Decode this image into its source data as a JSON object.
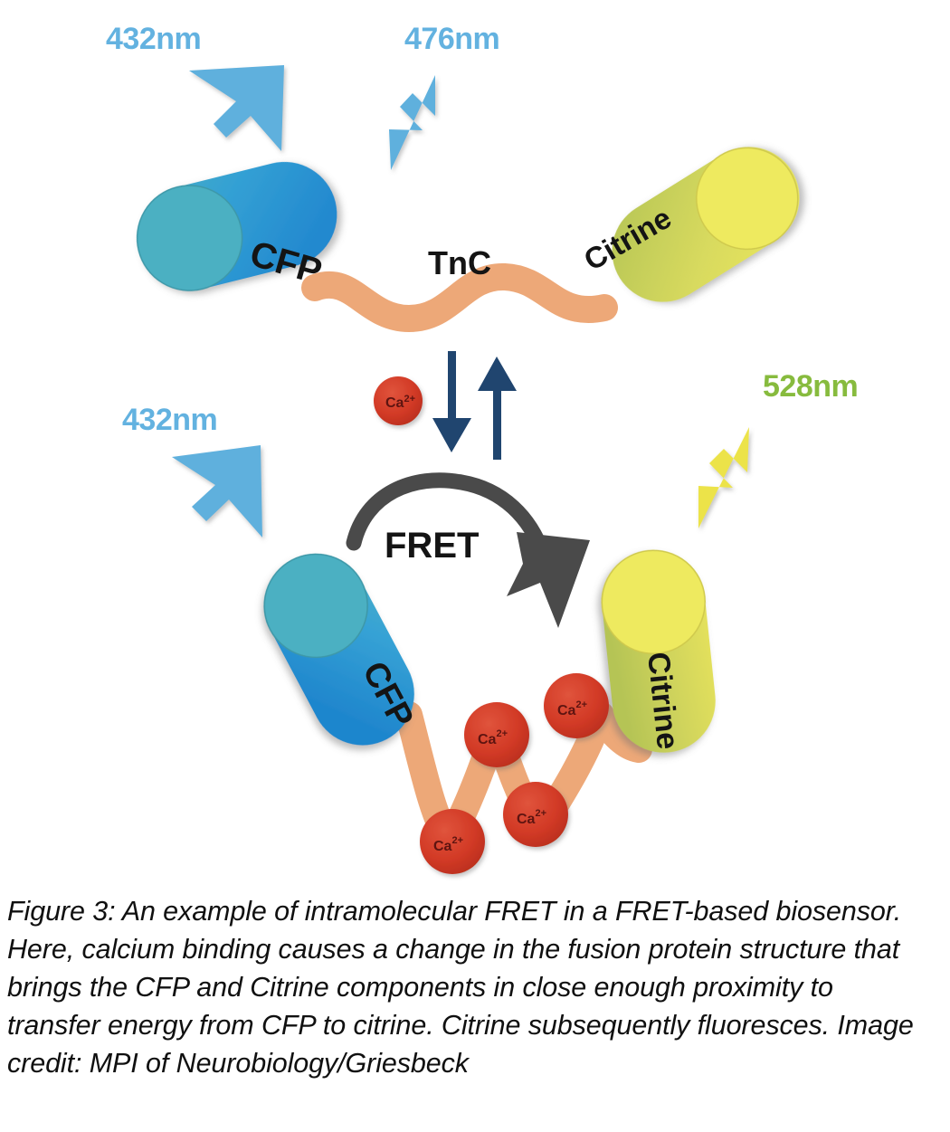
{
  "figure": {
    "alt_title": "Intramolecular FRET biosensor diagram",
    "caption": "Figure 3: An example of intramolecular FRET in a FRET-based biosensor. Here, calcium binding causes a change in the fusion protein structure that brings the CFP and Citrine components in close enough proximity to transfer energy from CFP to citrine. Citrine subsequently fluoresces. Image credit: MPI of Neurobiology/Griesbeck"
  },
  "labels": {
    "excitation_top": "432nm",
    "emission_cfp": "476nm",
    "linker": "TnC",
    "cfp_top": "CFP",
    "citrine_top": "Citrine",
    "excitation_bottom": "432nm",
    "emission_citrine": "528nm",
    "fret": "FRET",
    "cfp_bottom": "CFP",
    "citrine_bottom": "Citrine",
    "calcium": "Ca",
    "calcium_charge": "2+"
  },
  "colors": {
    "arrow_blue": "#5fb0dd",
    "wavelength_blue": "#63b2e0",
    "wavelength_green": "#87bb3e",
    "arrow_yellow": "#ece34a",
    "cfp_body": "#2e9bd6",
    "cfp_cap": "#4cb0c2",
    "citrine_body": "#c2cc5e",
    "citrine_cap": "#eeea5e",
    "linker_orange": "#eda878",
    "calcium_red": "#d23a26",
    "equilibrium_navy": "#20456f",
    "fret_gray": "#4a4a4a",
    "text_black": "#141414",
    "background": "#ffffff"
  },
  "elements": {
    "calcium_ions_bottom_count": 4,
    "calcium_ions_top_count": 1,
    "equilibrium_arrows": 2,
    "states": [
      "calcium-free open state",
      "calcium-bound closed state"
    ]
  }
}
